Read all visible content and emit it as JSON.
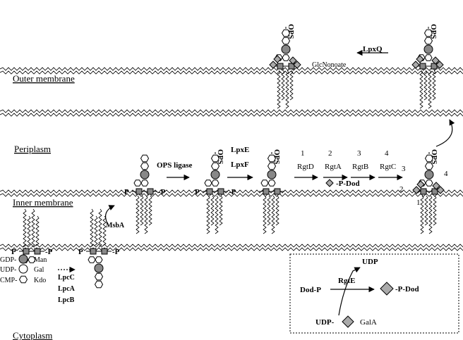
{
  "regions": {
    "outer_membrane": "Outer membrane",
    "periplasm": "Periplasm",
    "inner_membrane": "Inner membrane",
    "cytoplasm": "Cytoplasm"
  },
  "enzymes": {
    "msba": "MsbA",
    "ops_ligase": "OPS ligase",
    "lpxe": "LpxE",
    "lpxf": "LpxF",
    "lpxq": "LpxQ",
    "lpcc": "LpcC",
    "lpca": "LpcA",
    "lpcb": "LpcB",
    "rgtd": "RgtD",
    "rgta": "RgtA",
    "rgtb": "RgtB",
    "rgtc": "RgtC",
    "rgte": "RgtE"
  },
  "step_numbers": [
    "1",
    "2",
    "3",
    "4"
  ],
  "ops": "OPS",
  "phosphate": "P",
  "glcnonoate": "GlcNonoate",
  "dod_p_dod": "-P-Dod",
  "legend": {
    "gdp": "GDP-",
    "udp": "UDP-",
    "cmp": "CMP-",
    "man": "Man",
    "gal": "Gal",
    "kdo": "Kdo"
  },
  "inset": {
    "udp_top": "UDP",
    "dod_p": "Dod-P",
    "rgte": "RgtE",
    "product": "-P-Dod",
    "udp_bottom": "UDP-",
    "gala": "GalA"
  }
}
